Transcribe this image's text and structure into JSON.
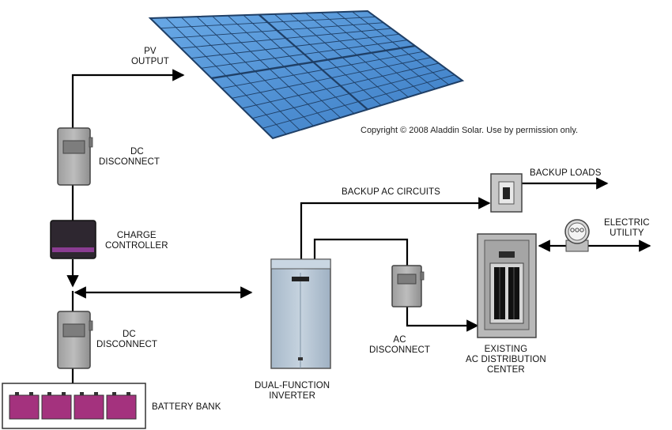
{
  "copyright": "Copyright © 2008 Aladdin Solar. Use by permission only.",
  "labels": {
    "pv_output_1": "PV",
    "pv_output_2": "OUTPUT",
    "dc_disconnect_top_1": "DC",
    "dc_disconnect_top_2": "DISCONNECT",
    "charge_controller_1": "CHARGE",
    "charge_controller_2": "CONTROLLER",
    "dc_disconnect_bottom_1": "DC",
    "dc_disconnect_bottom_2": "DISCONNECT",
    "battery_bank": "BATTERY BANK",
    "inverter_1": "DUAL-FUNCTION",
    "inverter_2": "INVERTER",
    "backup_ac_circuits": "BACKUP AC CIRCUITS",
    "backup_loads": "BACKUP LOADS",
    "electric_utility_1": "ELECTRIC",
    "electric_utility_2": "UTILITY",
    "ac_disconnect_1": "AC",
    "ac_disconnect_2": "DISCONNECT",
    "ac_distribution_1": "EXISTING",
    "ac_distribution_2": "AC DISTRIBUTION",
    "ac_distribution_3": "CENTER"
  },
  "colors": {
    "panel_cell": "#4d90d6",
    "panel_frame": "#1f3f66",
    "device_gray": "#a9a9a9",
    "inverter_blue": "#b3c4d4",
    "battery_magenta": "#a4327e",
    "controller_dark": "#2e2730",
    "controller_strip": "#8a3c92",
    "wire": "#000000"
  },
  "battery_cells": 4
}
